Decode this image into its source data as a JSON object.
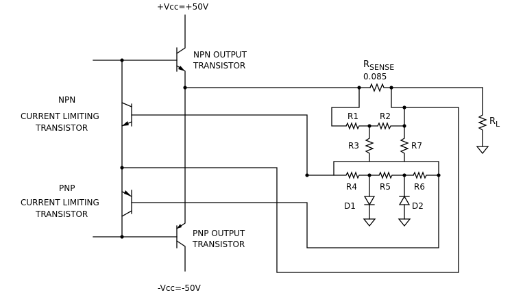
{
  "supply": {
    "positive": "+Vcc=+50V",
    "negative": "-Vcc=-50V"
  },
  "transistors": {
    "npn_output": [
      "NPN OUTPUT",
      "TRANSISTOR"
    ],
    "pnp_output": [
      "PNP OUTPUT",
      "TRANSISTOR"
    ],
    "npn_limit": [
      "NPN",
      "CURRENT LIMITING",
      "TRANSISTOR"
    ],
    "pnp_limit": [
      "PNP",
      "CURRENT LIMITING",
      "TRANSISTOR"
    ]
  },
  "rsense": {
    "name": "R",
    "subscript": "SENSE",
    "value": "0.085"
  },
  "load": {
    "name": "R",
    "subscript": "L"
  },
  "resistors": {
    "r1": "R1",
    "r2": "R2",
    "r3": "R3",
    "r4": "R4",
    "r5": "R5",
    "r6": "R6",
    "r7": "R7"
  },
  "diodes": {
    "d1": "D1",
    "d2": "D2"
  }
}
